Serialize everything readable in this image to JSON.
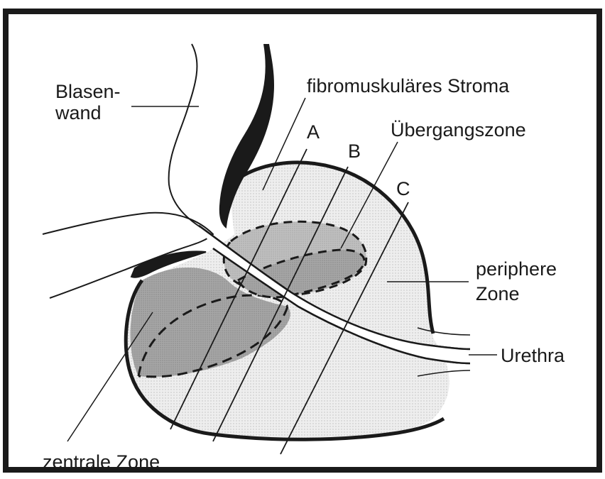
{
  "labels": {
    "blasenwand_1": "Blasen-",
    "blasenwand_2": "wand",
    "stroma": "fibromuskuläres Stroma",
    "uebergangszone": "Übergangszone",
    "line_a": "A",
    "line_b": "B",
    "line_c": "C",
    "periphere_1": "periphere",
    "periphere_2": "Zone",
    "urethra": "Urethra",
    "zentrale": "zentrale Zone"
  },
  "colors": {
    "background": "#ffffff",
    "frame": "#1a1a1a",
    "outline": "#1a1a1a",
    "central_zone": "#a9a9a9",
    "transition_zone": "#c2c2c2",
    "peripheral_zone": "#ececec",
    "stroma": "#ffffff"
  }
}
